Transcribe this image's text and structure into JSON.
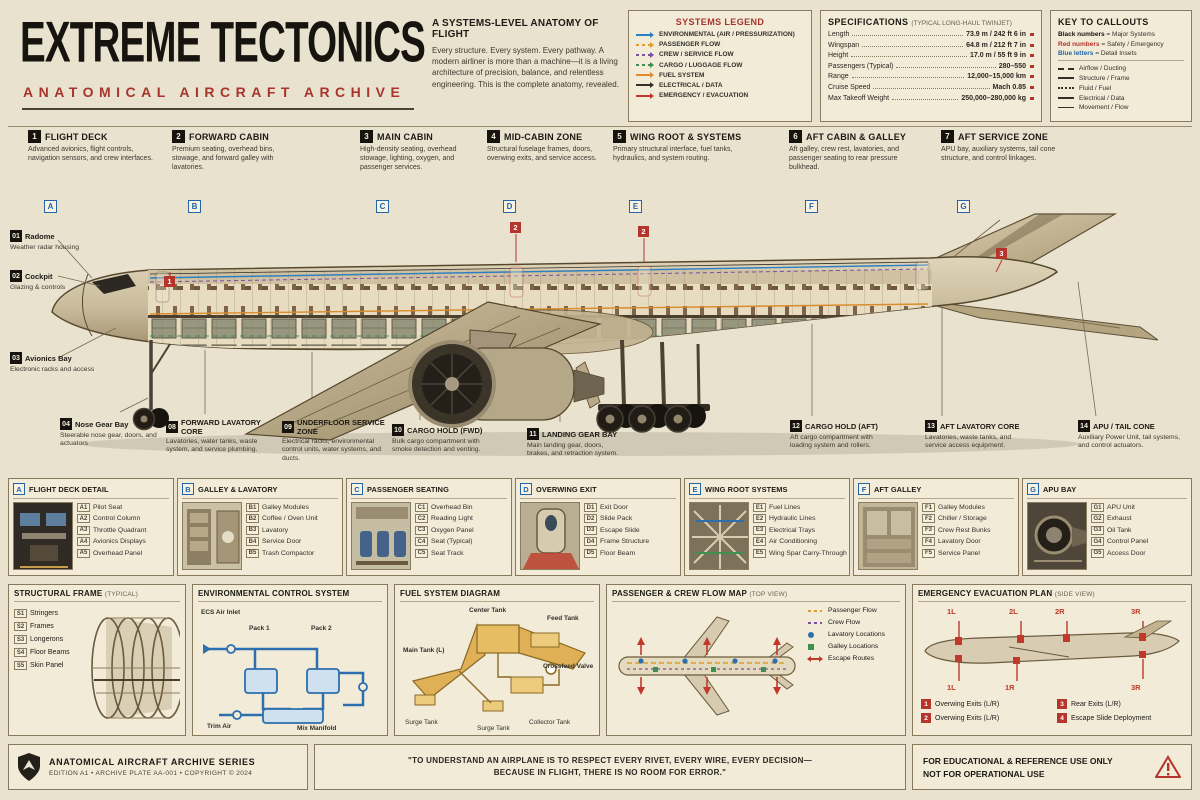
{
  "colors": {
    "background": "#e9e2cf",
    "ink": "#1d1a14",
    "accent_red": "#b5342c",
    "accent_blue": "#2465a8",
    "panel_bg": "#f1ebd8",
    "panel_border": "#87795c"
  },
  "header": {
    "title": "EXTREME TECTONICS",
    "subtitle": "ANATOMICAL AIRCRAFT ARCHIVE",
    "intro_title": "A SYSTEMS-LEVEL ANATOMY OF FLIGHT",
    "intro_text": "Every structure. Every system. Every pathway. A modern airliner is more than a machine—it is a living architecture of precision, balance, and relentless engineering. This is the complete anatomy, revealed."
  },
  "systems_legend": {
    "title": "SYSTEMS LEGEND",
    "items": [
      {
        "label": "ENVIRONMENTAL (AIR / PRESSURIZATION)",
        "color": "#2e7fc1"
      },
      {
        "label": "PASSENGER FLOW",
        "color": "#dd9c2e"
      },
      {
        "label": "CREW / SERVICE FLOW",
        "color": "#7a4fa3"
      },
      {
        "label": "CARGO / LUGGAGE FLOW",
        "color": "#3f8f4f"
      },
      {
        "label": "FUEL SYSTEM",
        "color": "#e08a2e"
      },
      {
        "label": "ELECTRICAL / DATA",
        "color": "#33302a"
      },
      {
        "label": "EMERGENCY / EVACUATION",
        "color": "#c0392b"
      }
    ]
  },
  "specifications": {
    "title": "SPECIFICATIONS",
    "subtitle": "(TYPICAL LONG-HAUL TWINJET)",
    "rows": [
      {
        "label": "Length",
        "value": "73.9 m / 242 ft 6 in"
      },
      {
        "label": "Wingspan",
        "value": "64.8 m / 212 ft 7 in"
      },
      {
        "label": "Height",
        "value": "17.0 m / 55 ft 9 in"
      },
      {
        "label": "Passengers (Typical)",
        "value": "280–550"
      },
      {
        "label": "Range",
        "value": "12,000–15,000 km"
      },
      {
        "label": "Cruise Speed",
        "value": "Mach 0.85"
      },
      {
        "label": "Max Takeoff Weight",
        "value": "250,000–280,000 kg"
      }
    ]
  },
  "key_to_callouts": {
    "title": "KEY TO CALLOUTS",
    "definitions": [
      {
        "term": "Black numbers",
        "meaning": "= Major Systems"
      },
      {
        "term": "Red numbers",
        "meaning": "= Safety / Emergency"
      },
      {
        "term": "Blue letters",
        "meaning": "= Detail Insets"
      }
    ],
    "line_styles": [
      {
        "label": "Airflow / Ducting"
      },
      {
        "label": "Structure / Frame"
      },
      {
        "label": "Fluid / Fuel"
      },
      {
        "label": "Electrical / Data"
      },
      {
        "label": "Movement / Flow"
      }
    ]
  },
  "zones": [
    {
      "num": "1",
      "title": "FLIGHT DECK",
      "desc": "Advanced avionics, flight controls, navigation sensors, and crew interfaces.",
      "inset": "A"
    },
    {
      "num": "2",
      "title": "FORWARD CABIN",
      "desc": "Premium seating, overhead bins, stowage, and forward galley with lavatories.",
      "inset": "B"
    },
    {
      "num": "3",
      "title": "MAIN CABIN",
      "desc": "High-density seating, overhead stowage, lighting, oxygen, and passenger services.",
      "inset": "C"
    },
    {
      "num": "4",
      "title": "MID-CABIN ZONE",
      "desc": "Structural fuselage frames, doors, overwing exits, and service access.",
      "inset": "D"
    },
    {
      "num": "5",
      "title": "WING ROOT & SYSTEMS",
      "desc": "Primary structural interface, fuel tanks, hydraulics, and system routing.",
      "inset": "E"
    },
    {
      "num": "6",
      "title": "AFT CABIN & GALLEY",
      "desc": "Aft galley, crew rest, lavatories, and passenger seating to rear pressure bulkhead.",
      "inset": "F"
    },
    {
      "num": "7",
      "title": "AFT SERVICE ZONE",
      "desc": "APU bay, auxiliary systems, tail cone structure, and control linkages.",
      "inset": "G"
    }
  ],
  "nose_callouts": [
    {
      "num": "01",
      "title": "Radome",
      "desc": "Weather radar housing"
    },
    {
      "num": "02",
      "title": "Cockpit",
      "desc": "Glazing & controls"
    },
    {
      "num": "03",
      "title": "Avionics Bay",
      "desc": "Electronic racks and access"
    },
    {
      "num": "04",
      "title": "Nose Gear Bay",
      "desc": "Steerable nose gear, doors, and actuators"
    }
  ],
  "belly_callouts": [
    {
      "num": "08",
      "title": "FORWARD LAVATORY CORE",
      "desc": "Lavatories, water tanks, waste system, and service plumbing."
    },
    {
      "num": "09",
      "title": "UNDERFLOOR SERVICE ZONE",
      "desc": "Electrical racks, environmental control units, water systems, and ducts."
    },
    {
      "num": "10",
      "title": "CARGO HOLD (FWD)",
      "desc": "Bulk cargo compartment with smoke detection and venting."
    },
    {
      "num": "11",
      "title": "LANDING GEAR BAY",
      "desc": "Main landing gear, doors, brakes, and retraction system."
    },
    {
      "num": "12",
      "title": "CARGO HOLD (AFT)",
      "desc": "Aft cargo compartment with loading system and rollers."
    },
    {
      "num": "13",
      "title": "AFT LAVATORY CORE",
      "desc": "Lavatories, waste tanks, and service access equipment."
    },
    {
      "num": "14",
      "title": "APU / TAIL CONE",
      "desc": "Auxiliary Power Unit, tail systems, and control actuators."
    }
  ],
  "red_markers": [
    "1",
    "2",
    "2",
    "3"
  ],
  "insets": [
    {
      "letter": "A",
      "title": "FLIGHT DECK DETAIL",
      "items": [
        {
          "tag": "A1",
          "label": "Pilot Seat"
        },
        {
          "tag": "A2",
          "label": "Control Column"
        },
        {
          "tag": "A3",
          "label": "Throttle Quadrant"
        },
        {
          "tag": "A4",
          "label": "Avionics Displays"
        },
        {
          "tag": "A5",
          "label": "Overhead Panel"
        }
      ]
    },
    {
      "letter": "B",
      "title": "GALLEY & LAVATORY",
      "items": [
        {
          "tag": "B1",
          "label": "Galley Modules"
        },
        {
          "tag": "B2",
          "label": "Coffee / Oven Unit"
        },
        {
          "tag": "B3",
          "label": "Lavatory"
        },
        {
          "tag": "B4",
          "label": "Service Door"
        },
        {
          "tag": "B5",
          "label": "Trash Compactor"
        }
      ]
    },
    {
      "letter": "C",
      "title": "PASSENGER SEATING",
      "items": [
        {
          "tag": "C1",
          "label": "Overhead Bin"
        },
        {
          "tag": "C2",
          "label": "Reading Light"
        },
        {
          "tag": "C3",
          "label": "Oxygen Panel"
        },
        {
          "tag": "C4",
          "label": "Seat (Typical)"
        },
        {
          "tag": "C5",
          "label": "Seat Track"
        }
      ]
    },
    {
      "letter": "D",
      "title": "OVERWING EXIT",
      "items": [
        {
          "tag": "D1",
          "label": "Exit Door"
        },
        {
          "tag": "D2",
          "label": "Slide Pack"
        },
        {
          "tag": "D3",
          "label": "Escape Slide"
        },
        {
          "tag": "D4",
          "label": "Frame Structure"
        },
        {
          "tag": "D5",
          "label": "Floor Beam"
        }
      ]
    },
    {
      "letter": "E",
      "title": "WING ROOT SYSTEMS",
      "items": [
        {
          "tag": "E1",
          "label": "Fuel Lines"
        },
        {
          "tag": "E2",
          "label": "Hydraulic Lines"
        },
        {
          "tag": "E3",
          "label": "Electrical Trays"
        },
        {
          "tag": "E4",
          "label": "Air Conditioning"
        },
        {
          "tag": "E5",
          "label": "Wing Spar Carry-Through"
        }
      ]
    },
    {
      "letter": "F",
      "title": "AFT GALLEY",
      "items": [
        {
          "tag": "F1",
          "label": "Galley Modules"
        },
        {
          "tag": "F2",
          "label": "Chiller / Storage"
        },
        {
          "tag": "F3",
          "label": "Crew Rest Bunks"
        },
        {
          "tag": "F4",
          "label": "Lavatory Door"
        },
        {
          "tag": "F5",
          "label": "Service Panel"
        }
      ]
    },
    {
      "letter": "G",
      "title": "APU BAY",
      "items": [
        {
          "tag": "G1",
          "label": "APU Unit"
        },
        {
          "tag": "G2",
          "label": "Exhaust"
        },
        {
          "tag": "G3",
          "label": "Oil Tank"
        },
        {
          "tag": "G4",
          "label": "Control Panel"
        },
        {
          "tag": "G5",
          "label": "Access Door"
        }
      ]
    }
  ],
  "structural_panel": {
    "title": "STRUCTURAL FRAME",
    "subtitle": "(TYPICAL)",
    "items": [
      {
        "tag": "S1",
        "label": "Stringers"
      },
      {
        "tag": "S2",
        "label": "Frames"
      },
      {
        "tag": "S3",
        "label": "Longerons"
      },
      {
        "tag": "S4",
        "label": "Floor Beams"
      },
      {
        "tag": "S5",
        "label": "Skin Panel"
      }
    ]
  },
  "ecs_panel": {
    "title": "ENVIRONMENTAL CONTROL SYSTEM",
    "labels": {
      "inlet": "ECS Air Inlet",
      "pack1": "Pack 1",
      "pack2": "Pack 2",
      "trim": "Trim Air",
      "manifold": "Mix Manifold"
    }
  },
  "fuel_panel": {
    "title": "FUEL SYSTEM DIAGRAM",
    "labels": {
      "center": "Center Tank",
      "main_l": "Main Tank (L)",
      "feed": "Feed Tank",
      "crossfeed": "Crossfeed Valve",
      "surge1": "Surge Tank",
      "surge2": "Surge Tank",
      "collector": "Collector Tank"
    }
  },
  "flow_panel": {
    "title": "PASSENGER & CREW FLOW MAP",
    "subtitle": "(TOP VIEW)",
    "legend": [
      {
        "label": "Passenger Flow",
        "color": "#dd9c2e"
      },
      {
        "label": "Crew Flow",
        "color": "#7a4fa3"
      },
      {
        "label": "Lavatory Locations",
        "color": "#2d6fae"
      },
      {
        "label": "Galley Locations",
        "color": "#3f8f4f"
      },
      {
        "label": "Escape Routes",
        "color": "#c0392b"
      }
    ]
  },
  "evac_panel": {
    "title": "EMERGENCY EVACUATION PLAN",
    "subtitle": "(SIDE VIEW)",
    "door_labels_top": [
      "1L",
      "2L",
      "2R",
      "3R"
    ],
    "door_labels_bottom": [
      "1L",
      "1R",
      "3R"
    ],
    "items": [
      {
        "num": "1",
        "label": "Overwing Exits (L/R)"
      },
      {
        "num": "2",
        "label": "Overwing Exits (L/R)"
      },
      {
        "num": "3",
        "label": "Rear Exits (L/R)"
      },
      {
        "num": "4",
        "label": "Escape Slide Deployment"
      }
    ]
  },
  "footer": {
    "series": "ANATOMICAL AIRCRAFT ARCHIVE SERIES",
    "edition": "EDITION A1  •  ARCHIVE PLATE AA-001  •  COPYRIGHT © 2024",
    "quote_line1": "\"TO UNDERSTAND AN AIRPLANE IS TO RESPECT EVERY RIVET, EVERY WIRE, EVERY DECISION—",
    "quote_line2": "BECAUSE IN FLIGHT, THERE IS NO ROOM FOR ERROR.\"",
    "usage_line1": "FOR EDUCATIONAL & REFERENCE USE ONLY",
    "usage_line2": "NOT FOR OPERATIONAL USE"
  }
}
